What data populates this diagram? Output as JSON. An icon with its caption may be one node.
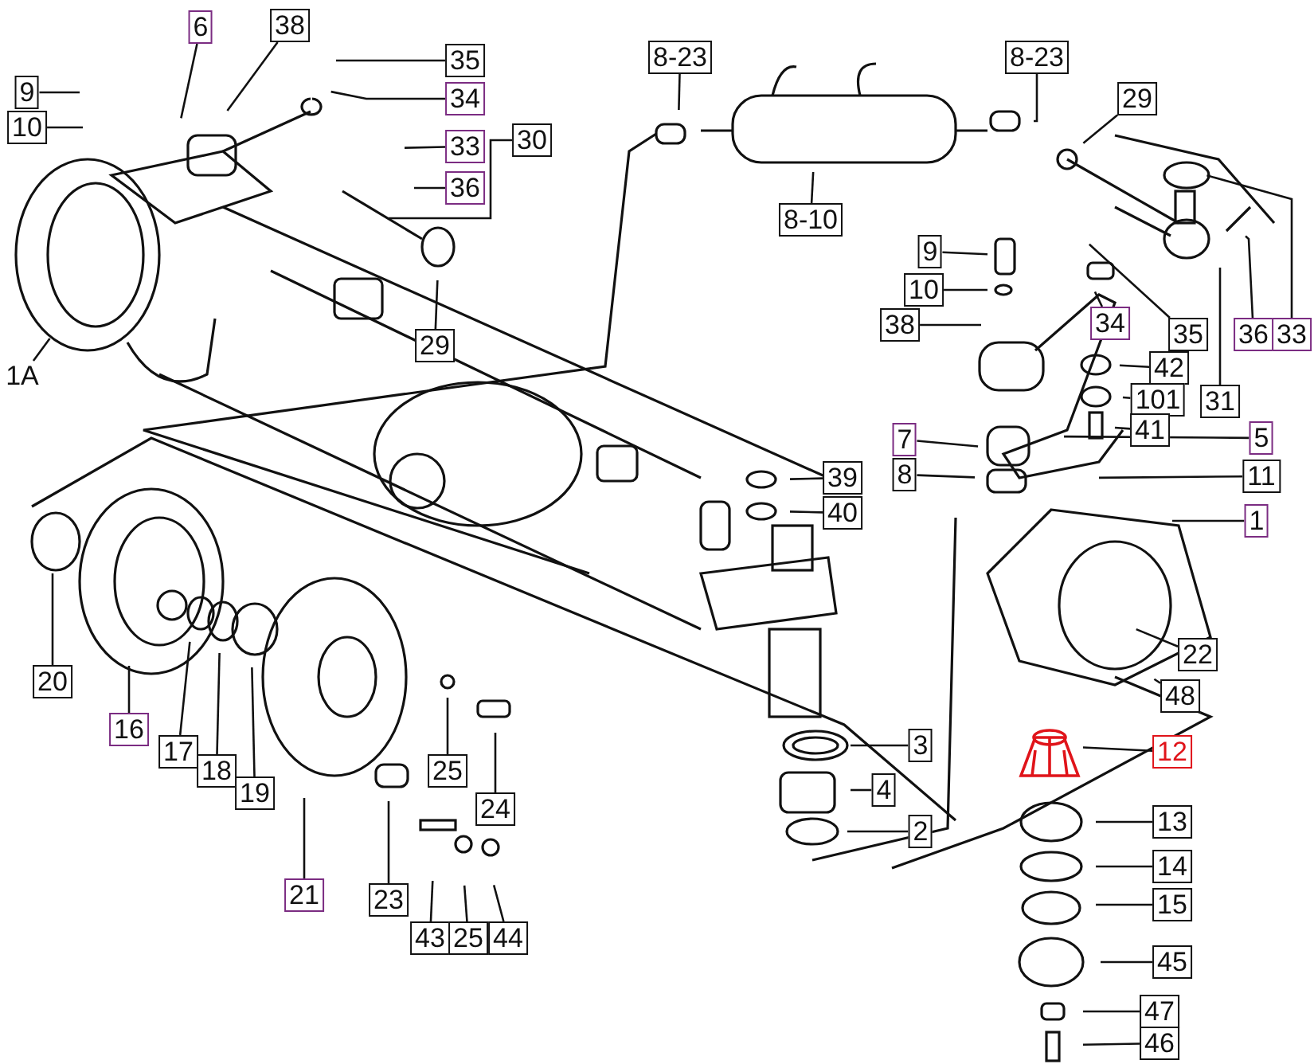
{
  "diagram": {
    "nodes": [
      {
        "text": [
          "9"
        ]
      },
      {
        "text": [
          "10"
        ]
      },
      {
        "text": [
          "6"
        ]
      },
      {
        "text": [
          "38"
        ]
      },
      {
        "text": [
          "35"
        ]
      },
      {
        "text": [
          "34"
        ]
      },
      {
        "text": [
          "33"
        ]
      },
      {
        "text": [
          "36"
        ]
      },
      {
        "text": [
          "30"
        ]
      },
      {
        "text": [
          "1A"
        ]
      },
      {
        "text": [
          "29"
        ]
      },
      {
        "text": [
          "8-23"
        ]
      },
      {
        "text": [
          "8-10"
        ]
      },
      {
        "text": [
          "8-23"
        ]
      },
      {
        "text": [
          "29"
        ]
      },
      {
        "text": [
          "9"
        ]
      },
      {
        "text": [
          "10"
        ]
      },
      {
        "text": [
          "38"
        ]
      },
      {
        "text": [
          "34"
        ]
      },
      {
        "text": [
          "35"
        ]
      },
      {
        "text": [
          "36"
        ]
      },
      {
        "text": [
          "33"
        ]
      },
      {
        "text": [
          "42"
        ]
      },
      {
        "text": [
          "101"
        ]
      },
      {
        "text": [
          "41"
        ]
      },
      {
        "text": [
          "31"
        ]
      },
      {
        "text": [
          "7"
        ]
      },
      {
        "text": [
          "5"
        ]
      },
      {
        "text": [
          "8"
        ]
      },
      {
        "text": [
          "11"
        ]
      },
      {
        "text": [
          "39"
        ]
      },
      {
        "text": [
          "40"
        ]
      },
      {
        "text": [
          "1"
        ]
      },
      {
        "text": [
          "20"
        ]
      },
      {
        "text": [
          "16"
        ]
      },
      {
        "text": [
          "17"
        ]
      },
      {
        "text": [
          "18"
        ]
      },
      {
        "text": [
          "19"
        ]
      },
      {
        "text": [
          "25"
        ]
      },
      {
        "text": [
          "24"
        ]
      },
      {
        "text": [
          "21"
        ]
      },
      {
        "text": [
          "23"
        ]
      },
      {
        "text": [
          "43"
        ]
      },
      {
        "text": [
          "25"
        ]
      },
      {
        "text": [
          "44"
        ]
      },
      {
        "text": [
          "3"
        ]
      },
      {
        "text": [
          "4"
        ]
      },
      {
        "text": [
          "2"
        ]
      },
      {
        "text": [
          "22"
        ]
      },
      {
        "text": [
          "48"
        ]
      },
      {
        "text": [
          "12"
        ]
      },
      {
        "text": [
          "13"
        ]
      },
      {
        "text": [
          "14"
        ]
      },
      {
        "text": [
          "15"
        ]
      },
      {
        "text": [
          "45"
        ]
      },
      {
        "text": [
          "47"
        ]
      },
      {
        "text": [
          "46"
        ]
      },
      {
        "text": [],
        "shape": "picture"
      }
    ],
    "edges": [
      {
        "from": 0,
        "to": null,
        "arrow": "none"
      },
      {
        "from": 1,
        "to": null,
        "arrow": "none"
      },
      {
        "from": 2,
        "to": null,
        "arrow": "none"
      },
      {
        "from": 3,
        "to": null,
        "arrow": "none"
      },
      {
        "from": 4,
        "to": null,
        "arrow": "none"
      },
      {
        "from": 5,
        "to": null,
        "arrow": "none"
      },
      {
        "from": 6,
        "to": null,
        "arrow": "none"
      },
      {
        "from": 7,
        "to": null,
        "arrow": "none"
      },
      {
        "from": 8,
        "to": null,
        "arrow": "none"
      },
      {
        "from": 9,
        "to": null,
        "arrow": "none"
      },
      {
        "from": 10,
        "to": null,
        "arrow": "none"
      },
      {
        "from": 11,
        "to": null,
        "arrow": "none"
      },
      {
        "from": 12,
        "to": null,
        "arrow": "none"
      },
      {
        "from": 13,
        "to": null,
        "arrow": "none"
      },
      {
        "from": 14,
        "to": null,
        "arrow": "none"
      },
      {
        "from": 15,
        "to": null,
        "arrow": "none"
      },
      {
        "from": 16,
        "to": null,
        "arrow": "none"
      },
      {
        "from": 17,
        "to": null,
        "arrow": "none"
      },
      {
        "from": 18,
        "to": null,
        "arrow": "none"
      },
      {
        "from": 19,
        "to": null,
        "arrow": "none"
      },
      {
        "from": 20,
        "to": null,
        "arrow": "none"
      },
      {
        "from": 21,
        "to": null,
        "arrow": "none"
      },
      {
        "from": 22,
        "to": null,
        "arrow": "none"
      },
      {
        "from": 23,
        "to": null,
        "arrow": "none"
      },
      {
        "from": 24,
        "to": null,
        "arrow": "none"
      },
      {
        "from": 25,
        "to": null,
        "arrow": "none"
      },
      {
        "from": 26,
        "to": null,
        "arrow": "none"
      },
      {
        "from": 27,
        "to": null,
        "arrow": "none"
      },
      {
        "from": 28,
        "to": null,
        "arrow": "none"
      },
      {
        "from": 29,
        "to": null,
        "arrow": "none"
      },
      {
        "from": 30,
        "to": null,
        "arrow": "none"
      },
      {
        "from": 31,
        "to": null,
        "arrow": "none"
      },
      {
        "from": 32,
        "to": null,
        "arrow": "none"
      },
      {
        "from": 33,
        "to": null,
        "arrow": "none"
      },
      {
        "from": 34,
        "to": null,
        "arrow": "none"
      },
      {
        "from": 35,
        "to": null,
        "arrow": "none"
      },
      {
        "from": 36,
        "to": null,
        "arrow": "none"
      },
      {
        "from": 37,
        "to": null,
        "arrow": "none"
      },
      {
        "from": 38,
        "to": null,
        "arrow": "none"
      },
      {
        "from": 39,
        "to": null,
        "arrow": "none"
      },
      {
        "from": 40,
        "to": null,
        "arrow": "none"
      },
      {
        "from": 41,
        "to": null,
        "arrow": "none"
      },
      {
        "from": 42,
        "to": null,
        "arrow": "none"
      },
      {
        "from": 43,
        "to": null,
        "arrow": "none"
      },
      {
        "from": 44,
        "to": null,
        "arrow": "none"
      },
      {
        "from": 45,
        "to": null,
        "arrow": "none"
      },
      {
        "from": 46,
        "to": null,
        "arrow": "none"
      },
      {
        "from": 47,
        "to": null,
        "arrow": "none"
      },
      {
        "from": 48,
        "to": null,
        "arrow": "none"
      },
      {
        "from": 49,
        "to": null,
        "arrow": "none"
      },
      {
        "from": 50,
        "to": 57,
        "arrow": "none"
      },
      {
        "from": 51,
        "to": null,
        "arrow": "none"
      },
      {
        "from": 52,
        "to": null,
        "arrow": "none"
      },
      {
        "from": 53,
        "to": null,
        "arrow": "none"
      },
      {
        "from": 54,
        "to": null,
        "arrow": "none"
      },
      {
        "from": 55,
        "to": null,
        "arrow": "none"
      },
      {
        "from": 56,
        "to": null,
        "arrow": "none"
      }
    ]
  }
}
